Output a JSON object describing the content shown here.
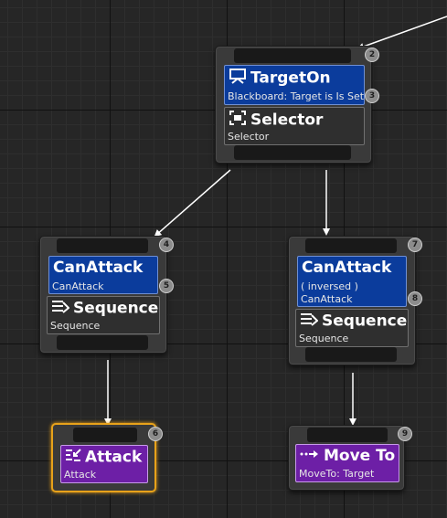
{
  "nodes": {
    "target_on": {
      "badge": "2",
      "decorator": {
        "title": "TargetOn",
        "subtitle": "Blackboard: Target is Is Set",
        "badge": "3",
        "icon": "monitor-icon"
      },
      "composite": {
        "title": "Selector",
        "subtitle": "Selector",
        "icon": "selector-icon"
      }
    },
    "left_branch": {
      "badge": "4",
      "decorator": {
        "title": "CanAttack",
        "subtitle": "CanAttack",
        "badge": "5"
      },
      "composite": {
        "title": "Sequence",
        "subtitle": "Sequence",
        "icon": "sequence-icon"
      }
    },
    "right_branch": {
      "badge": "7",
      "decorator": {
        "title": "CanAttack",
        "line1": "( inversed )",
        "subtitle": "CanAttack",
        "badge": "8"
      },
      "composite": {
        "title": "Sequence",
        "subtitle": "Sequence",
        "icon": "sequence-icon"
      }
    },
    "attack_task": {
      "badge": "6",
      "task": {
        "title": "Attack",
        "subtitle": "Attack",
        "icon": "attack-icon"
      }
    },
    "moveto_task": {
      "badge": "9",
      "task": {
        "title": "Move To",
        "subtitle": "MoveTo: Target",
        "icon": "moveto-icon"
      }
    }
  },
  "colors": {
    "decorator": "#0b3c9c",
    "task": "#6d1fa6",
    "selected_outline": "#e8a21a",
    "wire": "#ffffff"
  }
}
